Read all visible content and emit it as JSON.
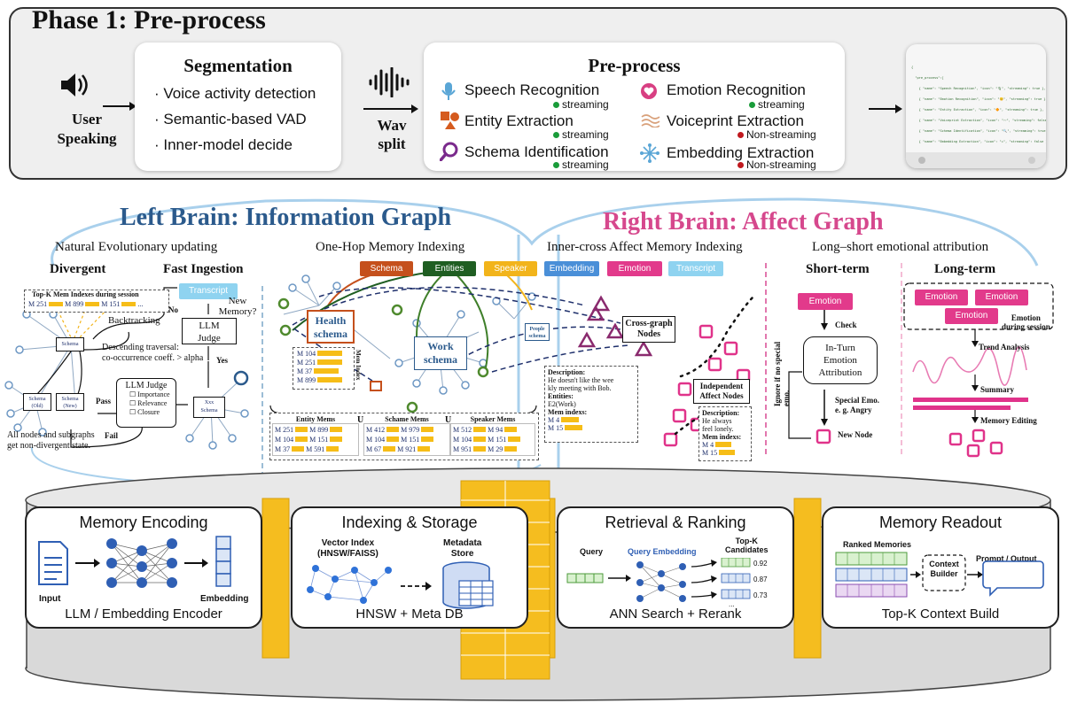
{
  "phase1": {
    "title": "Phase 1: Pre-process",
    "user_speaking": [
      "User",
      "Speaking"
    ],
    "segmentation": {
      "title": "Segmentation",
      "items": [
        "· Voice activity detection",
        "· Semantic-based VAD",
        "· Inner-model decide"
      ]
    },
    "wav_split": [
      "Wav",
      "split"
    ],
    "preprocess": {
      "title": "Pre-process",
      "items": [
        {
          "label": "Speech Recognition",
          "status": "streaming",
          "status_color": "#1a9c3a"
        },
        {
          "label": "Emotion Recognition",
          "status": "streaming",
          "status_color": "#1a9c3a"
        },
        {
          "label": "Entity Extraction",
          "status": "streaming",
          "status_color": "#1a9c3a"
        },
        {
          "label": "Voiceprint Extraction",
          "status": "Non-streaming",
          "status_color": "#c0181e"
        },
        {
          "label": "Schema Identification",
          "status": "streaming",
          "status_color": "#1a9c3a"
        },
        {
          "label": "Embedding Extraction",
          "status": "Non-streaming",
          "status_color": "#c0181e"
        }
      ]
    },
    "json_lines": [
      "{",
      "  \"pre_process\":[",
      "    { \"name\": \"Speech Recognition\", \"icon\": \"🎙\", \"streaming\": true },",
      "    { \"name\": \"Emotion Recognition\", \"icon\": \"😊\", \"streaming\": true },",
      "    { \"name\": \"Entity Extraction\", \"icon\": \"🔶\", \"streaming\": true },",
      "    { \"name\": \"Voiceprint Extraction\", \"icon\": \"〰\", \"streaming\": false },",
      "    { \"name\": \"Schema Identification\", \"icon\": \"🔍\", \"streaming\": true },",
      "    { \"name\": \"Embedding Extraction\", \"icon\": \"✳\", \"streaming\": false }"
    ]
  },
  "left_brain": {
    "title": "Left Brain: Information Graph",
    "natural": "Natural Evolutionary updating",
    "divergent": "Divergent",
    "fast_ingestion": "Fast Ingestion",
    "topk_header": "Top-K Mem Indexes during session",
    "topk_mems": [
      "M 251",
      "M 899",
      "M 151",
      "..."
    ],
    "transcript": "Transcript",
    "no": "No",
    "new_memory": "New Memory?",
    "llm_judge": [
      "LLM",
      "Judge"
    ],
    "backtracking": "Backtracking",
    "descending": [
      "Descending traversal:",
      "co-occurrence coeff. > alpha"
    ],
    "yes": "Yes",
    "llm_judge2": "LLM Judge",
    "criteria": [
      "Importance",
      "Relevance",
      "Closure"
    ],
    "pass": "Pass",
    "fail": "Fail",
    "schema": "Schema",
    "schema_old": [
      "Schema",
      "(Old)"
    ],
    "schema_new": [
      "Schema",
      "(New)"
    ],
    "xxx_schema": [
      "Xxx",
      "Schema"
    ],
    "all_nodes": [
      "All nodes and subgraphs",
      "get non-divergent state."
    ],
    "one_hop": "One-Hop Memory Indexing",
    "tags": [
      "Schema",
      "Entities",
      "Speaker"
    ],
    "health_schema": [
      "Health",
      "schema"
    ],
    "work_schema": [
      "Work",
      "schema"
    ],
    "people_schema": [
      "People",
      "schema"
    ],
    "mem_index": "Mem Index",
    "health_mems": [
      "M 104",
      "M 251",
      "M 37",
      "M 899"
    ],
    "entity_mems": {
      "title": "Entity Mems",
      "items": [
        "M 251",
        "M 899",
        "M 104",
        "M 151",
        "M 37",
        "M 591"
      ]
    },
    "schame_mems": {
      "title": "Schame Mems",
      "items": [
        "M 412",
        "M 979",
        "M 104",
        "M 151",
        "M 67",
        "M 921"
      ]
    },
    "speaker_mems": {
      "title": "Speaker Mems",
      "items": [
        "M 512",
        "M 94",
        "M 104",
        "M 151",
        "M 951",
        "M 29"
      ]
    },
    "union": "U"
  },
  "right_brain": {
    "title": "Right Brain: Affect Graph",
    "inner_cross": "Inner-cross Affect Memory Indexing",
    "tags": [
      "Embedding",
      "Emotion",
      "Transcript"
    ],
    "cross_graph": [
      "Cross-graph",
      "Nodes"
    ],
    "desc1": {
      "label": "Description:",
      "text": [
        "He doesn't like the wee",
        "kly meeting with Bob."
      ],
      "entities_label": "Entities:",
      "entities": "E2(Work)",
      "mem_label": "Mem indexs:",
      "mems": [
        "M 4",
        "M 15"
      ]
    },
    "independent": [
      "Independent",
      "Affect Nodes"
    ],
    "desc2": {
      "label": "Description:",
      "text": [
        "He always",
        "feel lonely."
      ],
      "mem_label": "Mem indexs:",
      "mems": [
        "M 4",
        "M 15"
      ]
    },
    "long_short": "Long–short emotional attribution",
    "short_term": "Short-term",
    "long_term": "Long-term",
    "emotion": "Emotion",
    "check": "Check",
    "ignore": "Ignore if no special emo.",
    "in_turn": [
      "In-Turn",
      "Emotion",
      "Attribution"
    ],
    "special_emo": [
      "Special Emo.",
      "e. g. Angry"
    ],
    "new_node": "New Node",
    "emotion_during": [
      "Emotion",
      "during session"
    ],
    "trend": "Trend Analysis",
    "summary": "Summary",
    "memory_editing": "Memory Editing"
  },
  "bottom": {
    "encoding": {
      "title": "Memory Encoding",
      "input": "Input",
      "embedding": "Embedding",
      "foot": "LLM / Embedding Encoder"
    },
    "indexing": {
      "title": "Indexing & Storage",
      "vector": [
        "Vector Index",
        "(HNSW/FAISS)"
      ],
      "metadata": [
        "Metadata",
        "Store"
      ],
      "foot": "HNSW + Meta DB"
    },
    "retrieval": {
      "title": "Retrieval & Ranking",
      "query": "Query",
      "query_emb": "Query Embedding",
      "topk": [
        "Top-K",
        "Candidates"
      ],
      "scores": [
        "0.92",
        "0.87",
        "0.73"
      ],
      "more": "...",
      "foot": "ANN Search + Rerank"
    },
    "readout": {
      "title": "Memory Readout",
      "ranked": "Ranked Memories",
      "context": [
        "Context",
        "Builder"
      ],
      "prompt": "Prompt / Output",
      "foot": "Top-K Context Build"
    }
  },
  "colors": {
    "left_title": "#2b5a8c",
    "right_title": "#d6488d",
    "mem_yellow": "#f6bd17",
    "emotion_pink": "#e23a8b",
    "affect_purple": "#8a2a6e",
    "schema_orange": "#c5501c",
    "entities_green": "#1f5e22",
    "speaker_yellow": "#f2b41b",
    "embedding_blue": "#4a8fd8",
    "transcript_blue": "#8fd3f0"
  }
}
